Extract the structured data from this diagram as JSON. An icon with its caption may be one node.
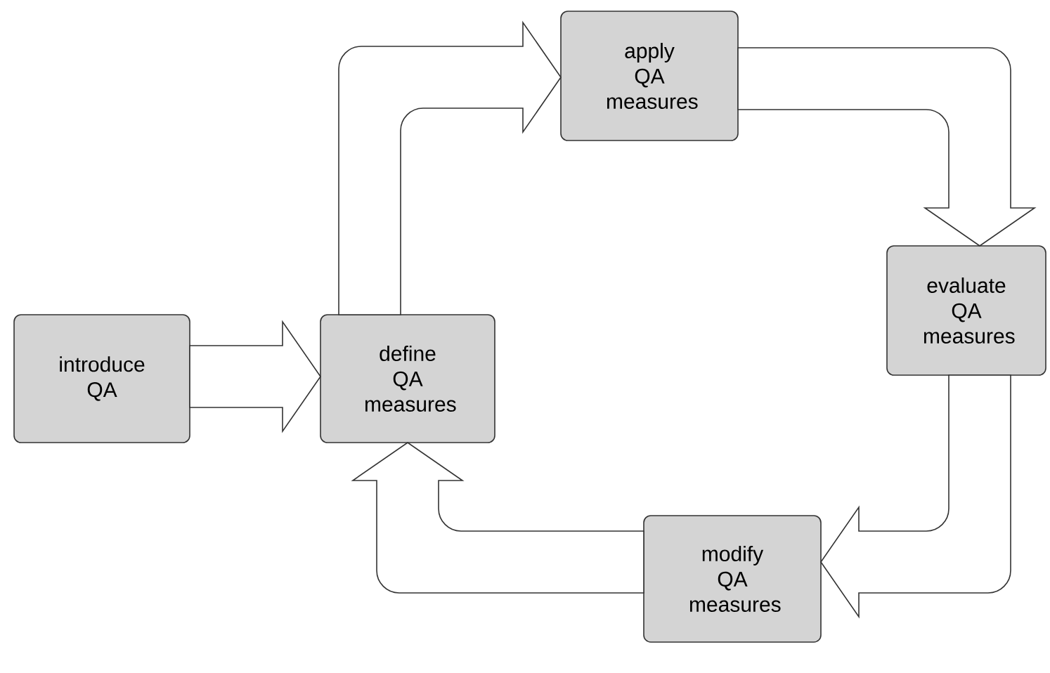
{
  "diagram": {
    "nodes": [
      {
        "text": [
          "introduce QA"
        ]
      },
      {
        "text": [
          "define QA measures"
        ]
      },
      {
        "text": [
          "apply QA measures"
        ]
      },
      {
        "text": [
          "evaluate QA measures"
        ]
      },
      {
        "text": [
          "modify QA measures"
        ]
      }
    ],
    "edges": [
      {
        "from": 0,
        "to": 1,
        "arrow": "to"
      },
      {
        "from": 1,
        "to": 2,
        "arrow": "to"
      },
      {
        "from": 2,
        "to": 3,
        "arrow": "to"
      },
      {
        "from": 3,
        "to": 4,
        "arrow": "to"
      },
      {
        "from": 4,
        "to": 1,
        "arrow": "to"
      }
    ]
  }
}
